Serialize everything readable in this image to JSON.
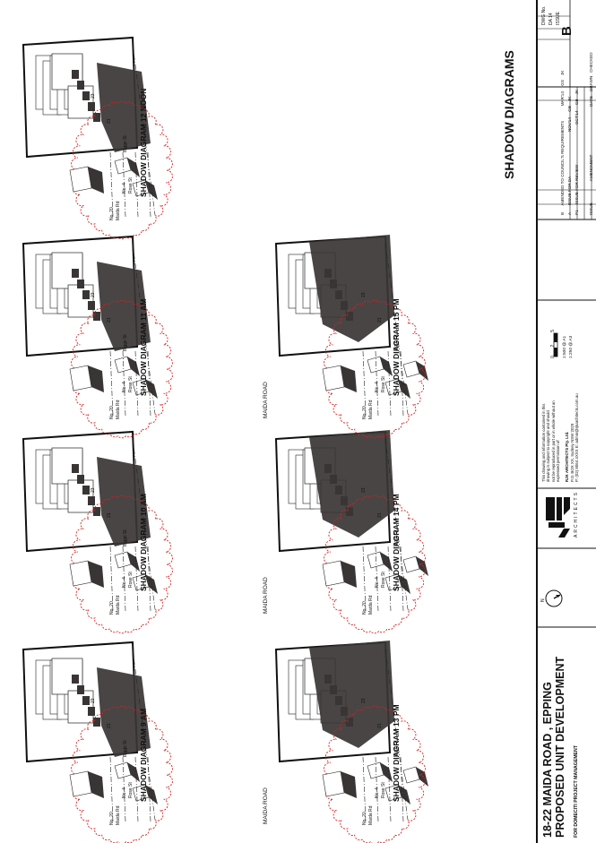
{
  "project": {
    "title_line1": "18-22 MAIDA ROAD , EPPING",
    "title_line2": "PROPOSED UNIT DEVELOPMENT",
    "client": "FOR DOMECITI PROJECT MANAGEMENT"
  },
  "sheet": {
    "heading": "SHADOW DIAGRAMS",
    "dwg_label": "DWG No.",
    "dwg_no": "DA 14",
    "issue_label": "ISSUE",
    "issue": "B"
  },
  "diagrams": [
    {
      "title": "SHADOW DIAGRAM 9 AM",
      "size": "large",
      "road": "MAIDA ROAD"
    },
    {
      "title": "SHADOW DIAGRAM 10 AM",
      "size": "large",
      "road": "MAIDA ROAD"
    },
    {
      "title": "SHADOW DIAGRAM 11 AM",
      "size": "large",
      "road": "MAIDA ROAD"
    },
    {
      "title": "SHADOW DIAGRAM 12 NOON",
      "size": "large",
      "road": "MAIDA ROAD"
    },
    {
      "title": "SHADOW DIAGRAM 13 PM",
      "size": "xlarge",
      "road": "MAIDA ROAD"
    },
    {
      "title": "SHADOW DIAGRAM 14 PM",
      "size": "xlarge",
      "road": "MAIDA ROAD"
    },
    {
      "title": "SHADOW DIAGRAM 15 PM",
      "size": "xlarge",
      "road": "MAIDA ROAD"
    }
  ],
  "site_labels": {
    "no4": "No. 4",
    "rose": "Rose St",
    "no20": "No. 20",
    "maida": "Maida Rd",
    "biggs": "Biggs St",
    "num23": "23",
    "num21": "21"
  },
  "copyright": [
    "This drawing and information contained in this",
    "drawing is subject to copyright and should",
    "not be reproduced in part or in whole without an",
    "expressed permission of"
  ],
  "architect": {
    "name": "RJK ARCHITECTS Pty. Ltd.",
    "address": "P.O. BOX XX, Sydney NSW 2029",
    "contact": "P: (02) 8064 4XXX  E: admin@rjkarchitects.com.au",
    "logo_letters": "RJK",
    "logo_sub": "ARCHITECTS"
  },
  "scale": {
    "bar_labels": [
      "0",
      "2",
      "5"
    ],
    "line1": "1:500 @ A1",
    "line2": "1:250 @ A3",
    "north": "N"
  },
  "revisions": {
    "rows": [
      {
        "issue": "B",
        "amendment": "AMENDED TO COUNCIL'S REQUIREMENTS",
        "date": "MAR'14",
        "drawn": "GS",
        "checked": "JK"
      },
      {
        "issue": "A",
        "amendment": "ISSUE FOR DA",
        "date": "NOV'14",
        "drawn": "GB",
        "checked": "JK"
      },
      {
        "issue": "P1",
        "amendment": "ISSUE FOR REVIEW",
        "date": "OCT'14",
        "drawn": "GB",
        "checked": "JK"
      }
    ],
    "headers": {
      "issue": "ISSUE",
      "amendment": "AMENDMENT",
      "date": "DATE",
      "drawn": "DRAWN",
      "checked": "CHECKED"
    }
  }
}
